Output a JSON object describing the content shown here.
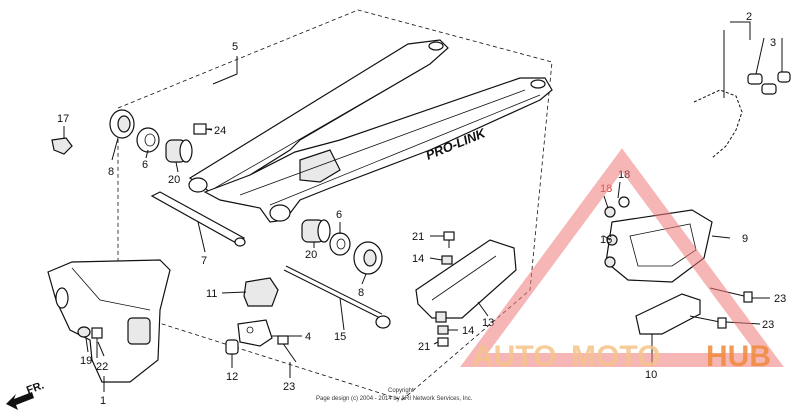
{
  "labels": {
    "l1": "1",
    "l2": "2",
    "l3": "3",
    "l4": "4",
    "l5": "5",
    "l6a": "6",
    "l6b": "6",
    "l7": "7",
    "l8a": "8",
    "l8b": "8",
    "l9": "9",
    "l10": "10",
    "l11": "11",
    "l12": "12",
    "l13": "13",
    "l14a": "14",
    "l14b": "14",
    "l15": "15",
    "l16": "16",
    "l17": "17",
    "l18a": "18",
    "l18b": "18",
    "l19": "19",
    "l20a": "20",
    "l20b": "20",
    "l21a": "21",
    "l21b": "21",
    "l22": "22",
    "l23a": "23",
    "l23b": "23",
    "l23c": "23",
    "l24": "24"
  },
  "arm_text": "PRO-LINK",
  "front_arrow": "FR.",
  "copyright_line1": "Copyright",
  "copyright_line2": "Page design (c) 2004 - 2014 by ARI Network Services, Inc.",
  "watermark": {
    "auto": "AUTO",
    "moto": "MOTO",
    "hub": "HUB",
    "color_light": "#f5c48a",
    "color_dark": "#f08a3a",
    "triangle_color": "#f07a7a"
  }
}
